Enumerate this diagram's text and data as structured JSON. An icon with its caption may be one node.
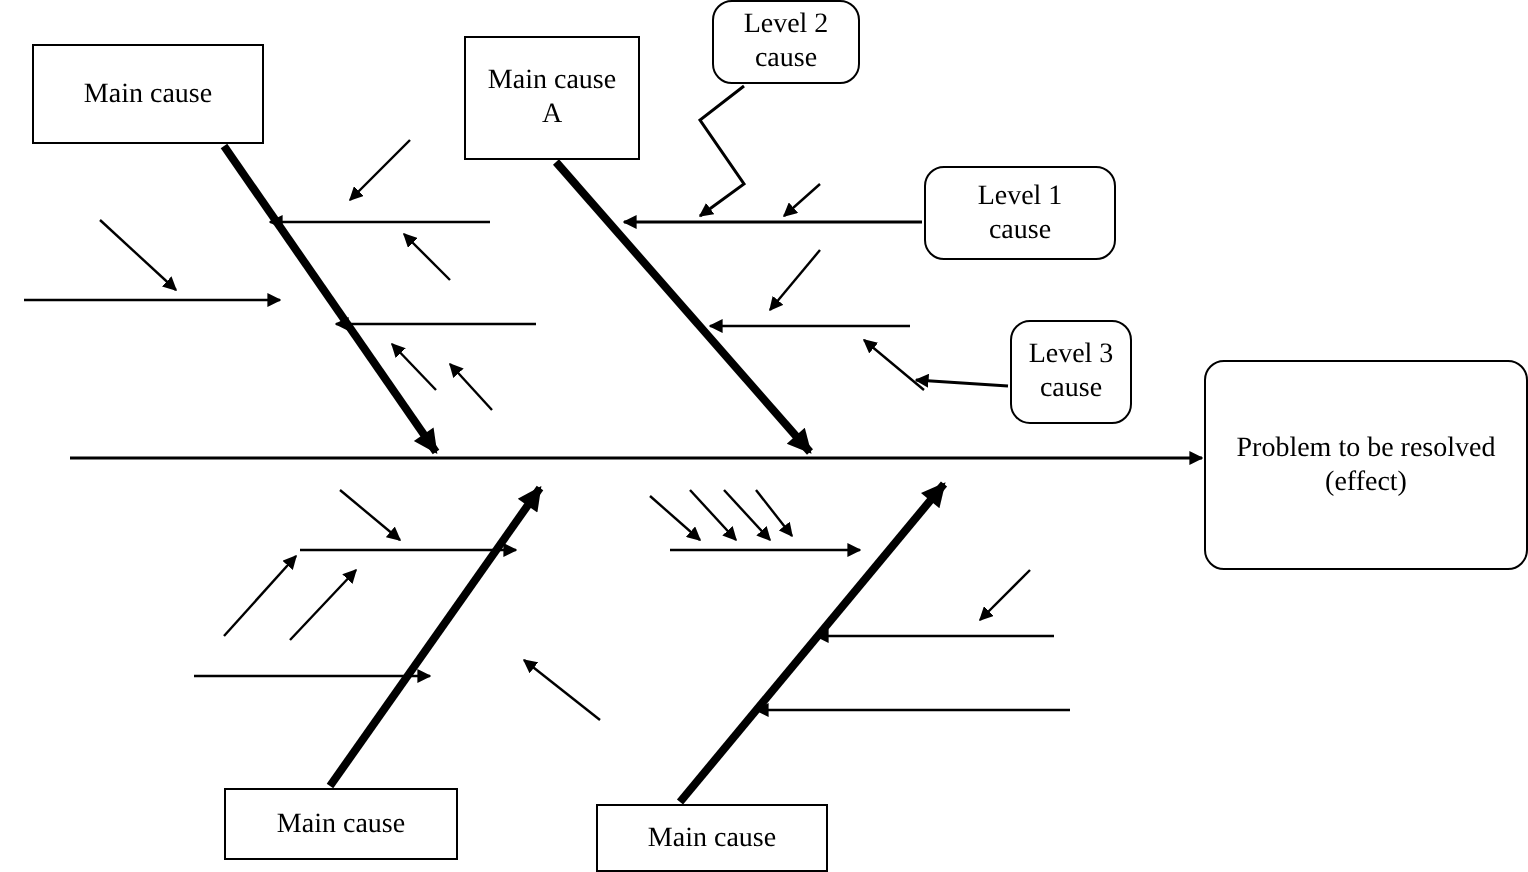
{
  "diagram": {
    "nodes": [
      {
        "text": [
          "Main cause"
        ]
      },
      {
        "text": [
          "Main cause A"
        ]
      },
      {
        "text": [
          "Level 2 cause"
        ]
      },
      {
        "text": [
          "Level 1 cause"
        ]
      },
      {
        "text": [
          "Level 3 cause"
        ]
      },
      {
        "text": [
          "Problem to be resolved (effect)"
        ]
      },
      {
        "text": [
          "Main cause"
        ]
      },
      {
        "text": [
          "Main cause"
        ]
      }
    ],
    "edges": [
      {
        "from": null,
        "to": 5,
        "arrow": "to"
      },
      {
        "from": 0,
        "to": null,
        "arrow": "to",
        "style": "thick"
      },
      {
        "from": 1,
        "to": null,
        "arrow": "to",
        "style": "thick"
      },
      {
        "from": 6,
        "to": null,
        "arrow": "to",
        "style": "thick"
      },
      {
        "from": 7,
        "to": null,
        "arrow": "to",
        "style": "thick"
      },
      {
        "from": 3,
        "to": null,
        "arrow": "to"
      },
      {
        "from": 2,
        "to": null,
        "arrow": "to"
      },
      {
        "from": 4,
        "to": null,
        "arrow": "to"
      }
    ]
  }
}
